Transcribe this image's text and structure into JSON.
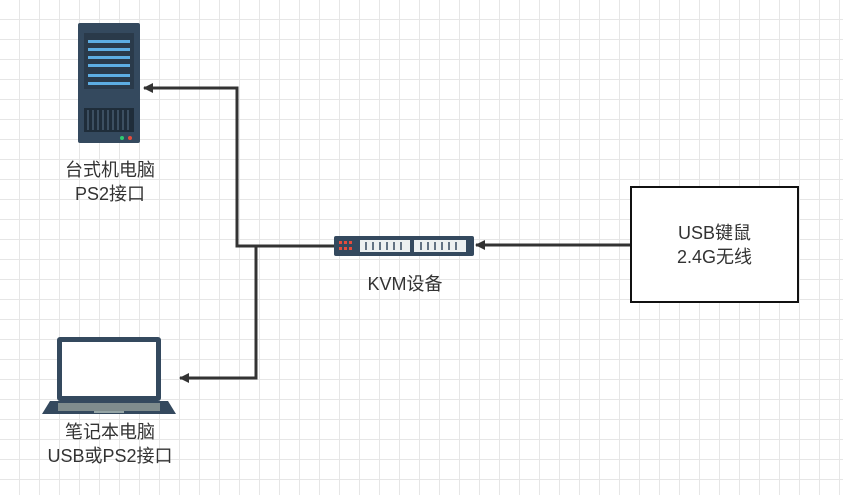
{
  "nodes": {
    "desktop": {
      "lines": [
        "台式机电脑",
        "PS2接口"
      ]
    },
    "laptop": {
      "lines": [
        "笔记本电脑",
        "USB或PS2接口"
      ]
    },
    "kvm": {
      "label": "KVM设备"
    },
    "usb": {
      "lines": [
        "USB键鼠",
        "2.4G无线"
      ]
    }
  },
  "edges": [
    {
      "from": "usb",
      "to": "kvm"
    },
    {
      "from": "kvm",
      "to": "desktop"
    },
    {
      "from": "kvm",
      "to": "laptop"
    }
  ],
  "colors": {
    "line": "#333333",
    "server_body": "#34495e",
    "server_panel": "#2a3a4a",
    "server_slot": "#5dade2",
    "led_green": "#2ecc71",
    "led_pink": "#e74c3c",
    "laptop_frame": "#34495e",
    "laptop_keys": "#7f8c8d",
    "kvm_body": "#34495e",
    "kvm_port": "#ecf0f1",
    "kvm_led": "#e74c3c"
  },
  "icons": {
    "desktop": "server-tower-icon",
    "laptop": "laptop-icon",
    "kvm": "network-switch-icon"
  }
}
